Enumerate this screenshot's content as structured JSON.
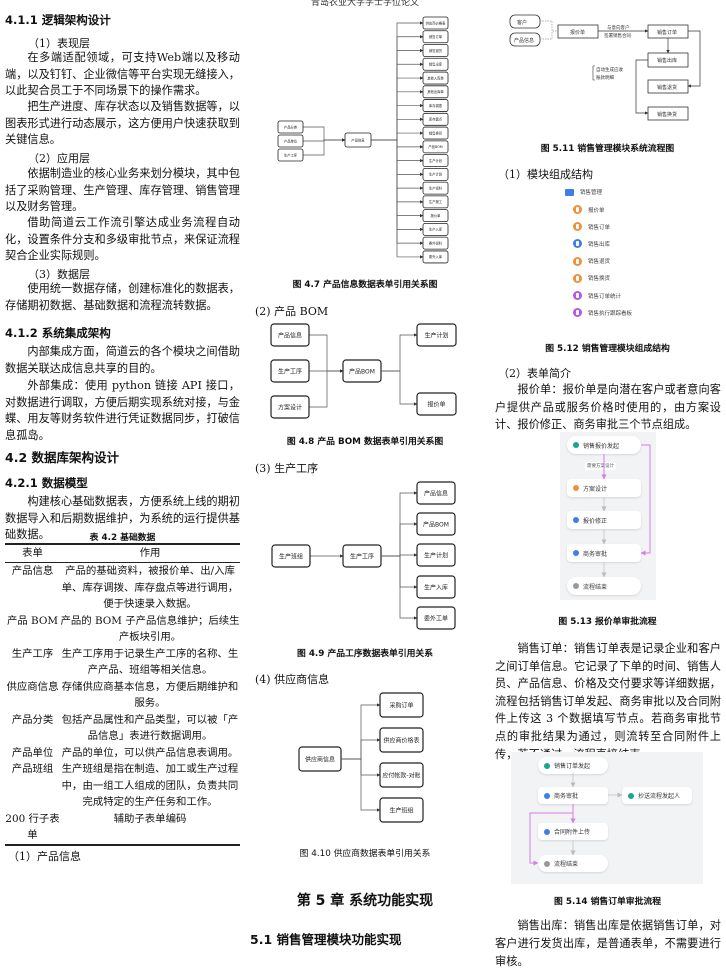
{
  "header": "青岛农业大学学士学位论文",
  "left": {
    "h411": "4.1.1  逻辑架构设计",
    "s1": "（1）表现层",
    "p1": "在多端适配领域，可支持Web端以及移动端，以及钉钉、企业微信等平台实现无缝接入，以此契合员工于不同场景下的操作需求。",
    "p2": "把生产进度、库存状态以及销售数据等，以图表形式进行动态展示，这方便用户快速获取到关键信息。",
    "s2": "（2）应用层",
    "p3": "依据制造业的核心业务来划分模块，其中包括了采购管理、生产管理、库存管理、销售管理以及财务管理。",
    "p4": "借助简道云工作流引擎达成业务流程自动化，设置条件分支和多级审批节点，来保证流程契合企业实际规则。",
    "s3": "（3）数据层",
    "p5": "使用统一数据存储，创建标准化的数据表，存储期初数据、基础数据和流程流转数据。",
    "h412": "4.1.2  系统集成架构",
    "p6": "内部集成方面，简道云的各个模块之间借助数据关联达成信息共享的目的。",
    "p7": "外部集成：使用 python 链接 API 接口，对数据进行调取，方便后期实现系统对接，与金蝶、用友等财务软件进行凭证数据同步，打破信息孤岛。",
    "h42": "4.2  数据库架构设计",
    "h421": "4.2.1  数据模型",
    "p8": "构建核心基础数据表，方便系统上线的期初数据导入和后期数据维护，为系统的运行提供基础数据。",
    "table_caption": "表 4.2  基础数据",
    "table": {
      "headers": [
        "表单",
        "作用"
      ],
      "rows": [
        [
          "产品信息",
          "产品的基础资料，被报价单、出/入库单、库存调拨、库存盘点等进行调用，便于快速录入数据。"
        ],
        [
          "产品 BOM",
          "产品的 BOM 子产品信息维护；后续生产板块引用。"
        ],
        [
          "生产工序",
          "生产工序用于记录生产工序的名称、生产产品、班组等相关信息。"
        ],
        [
          "供应商信息",
          "存储供应商基本信息，方便后期维护和服务。"
        ],
        [
          "产品分类",
          "包括产品属性和产品类型，可以被「产品信息」表进行数据调用。"
        ],
        [
          "产品单位",
          "产品的单位，可以供产品信息表调用。"
        ],
        [
          "产品班组",
          "生产班组是指在制造、加工或生产过程中，由一组工人组成的团队，负责共同完成特定的生产任务和工作。"
        ],
        [
          "200 行子表单",
          "辅助子表单编码"
        ]
      ]
    },
    "s4": "（1）产品信息"
  },
  "middle": {
    "fig47": {
      "left": [
        "产品分类",
        "产品单位",
        "生产工序"
      ],
      "center": "产品信息",
      "right": [
        "供应商价格表",
        "销售订单",
        "销售退货",
        "销售出库",
        "其他入库单",
        "其他出库单",
        "库存调拨",
        "库存盘点",
        "销售换货",
        "产品BOM",
        "生产计划",
        "生产计划",
        "生产领料",
        "生产报工",
        "报价单",
        "生产入库",
        "委外领料",
        "委外入库"
      ],
      "caption": "图 4.7  产品信息数据表单引用关系图"
    },
    "s2": "(2)  产品 BOM",
    "fig48": {
      "left": [
        "产品信息",
        "生产工序",
        "方案设计"
      ],
      "center": "产品BOM",
      "right": [
        "生产计划",
        "报价单"
      ],
      "caption": "图 4.8  产品 BOM 数据表单引用关系图"
    },
    "s3": "(3)  生产工序",
    "fig49": {
      "left": [
        "生产班组"
      ],
      "center": "生产工序",
      "right": [
        "产品信息",
        "产品BOM",
        "生产计划",
        "生产入库",
        "委外工单"
      ],
      "caption": "图 4.9  产品工序数据表单引用关系"
    },
    "s4": "(4)  供应商信息",
    "fig410": {
      "left": [],
      "center": "供应商信息",
      "right": [
        "采购订单",
        "供应商价格表",
        "应付帐款-对账",
        "生产班组"
      ],
      "caption": "图 4.10 供应商数据表单引用关系"
    },
    "chapter": "第 5 章  系统功能实现",
    "h51": "5.1  销售管理模块功能实现"
  },
  "right": {
    "fig511": {
      "customer": "客户",
      "product": "产品信息",
      "quote": "报价单",
      "sign1": "与意向客户",
      "sign2": "签署销售合同",
      "order": "销售订单",
      "out": "销售出库",
      "auto1": "自动生成应收",
      "auto2": "账款明细",
      "ret": "销售退货",
      "exch": "销售换货",
      "caption": "图 5.11  销售管理模块系统流程图"
    },
    "s1": "（1）模块组成结构",
    "fig512": {
      "folder": "销售管理",
      "items": [
        {
          "label": "报价单",
          "color": "#f0913a"
        },
        {
          "label": "销售订单",
          "color": "#f0913a"
        },
        {
          "label": "销售出库",
          "color": "#3f7ee8"
        },
        {
          "label": "销售退货",
          "color": "#f0913a"
        },
        {
          "label": "销售换货",
          "color": "#f0913a"
        },
        {
          "label": "销售订单统计",
          "color": "#b659e0"
        },
        {
          "label": "销售执行跟踪看板",
          "color": "#b659e0"
        }
      ],
      "caption": "图 5.12  销售管理模块组成结构"
    },
    "s2": "（2）表单简介",
    "p1": "报价单：报价单是向潜在客户或者意向客户提供产品或服务价格时使用的，由方案设计、报价修正、商务审批三个节点组成。",
    "fig513": {
      "nodes": [
        "销售报价发起",
        "方案设计",
        "报价修正",
        "商务审批",
        "流程结束"
      ],
      "cond": "需要方案设计",
      "caption": "图 5.13  报价单审批流程"
    },
    "p2": "销售订单：销售订单表是记录企业和客户之间订单信息。它记录了下单的时间、销售人员、产品信息、价格及交付要求等详细数据，流程包括销售订单发起、商务审批以及合同附件上传这 3 个数据填写节点。若商务审批节点的审批结果为通过，则流转至合同附件上传，若不通过，流程直接结束。",
    "fig514": {
      "nodes": [
        "销售订单发起",
        "商务审批",
        "抄送流程发起人",
        "合同附件上传",
        "流程结束"
      ],
      "caption": "图 5.14  销售订单审批流程"
    },
    "p3": "销售出库：销售出库是依据销售订单，对客户进行发货出库，是普通表单，不需要进行审核。"
  }
}
